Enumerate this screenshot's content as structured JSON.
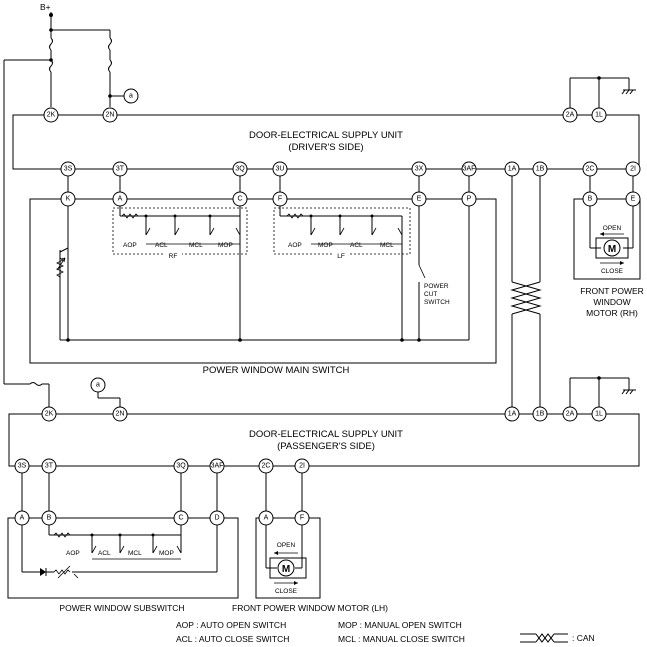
{
  "supply": "B+",
  "connector_a": "a",
  "driver_unit": {
    "title_line1": "DOOR-ELECTRICAL SUPPLY UNIT",
    "title_line2": "(DRIVER'S SIDE)",
    "top_pins": [
      "2K",
      "2N",
      "2A",
      "1L"
    ],
    "bottom_pins": [
      "3S",
      "3T",
      "3Q",
      "3U",
      "3X",
      "3AF",
      "1A",
      "1B",
      "2C",
      "2I"
    ]
  },
  "main_switch": {
    "title": "POWER WINDOW MAIN SWITCH",
    "pins": [
      "K",
      "A",
      "C",
      "F",
      "E",
      "P"
    ],
    "rf_label": "RF",
    "lf_label": "LF",
    "rf_switches": [
      "AOP",
      "ACL",
      "MCL",
      "MOP"
    ],
    "lf_switches": [
      "AOP",
      "MOP",
      "ACL",
      "MCL"
    ],
    "power_cut": [
      "POWER",
      "CUT",
      "SWITCH"
    ]
  },
  "motor_rh": {
    "title": [
      "FRONT POWER",
      "WINDOW",
      "MOTOR (RH)"
    ],
    "pins": [
      "B",
      "E"
    ],
    "open": "OPEN",
    "close": "CLOSE",
    "symbol": "M"
  },
  "passenger_unit": {
    "title_line1": "DOOR-ELECTRICAL SUPPLY UNIT",
    "title_line2": "(PASSENGER'S SIDE)",
    "top_pins": [
      "2K",
      "2N",
      "1A",
      "1B",
      "2A",
      "1L"
    ],
    "bottom_pins": [
      "3S",
      "3T",
      "3Q",
      "3AF",
      "2C",
      "2I"
    ]
  },
  "subswitch": {
    "title": "POWER WINDOW SUBSWITCH",
    "pins": [
      "A",
      "B",
      "C",
      "D"
    ],
    "switches": [
      "AOP",
      "ACL",
      "MCL",
      "MOP"
    ]
  },
  "motor_lh": {
    "title": "FRONT POWER WINDOW MOTOR (LH)",
    "pins": [
      "A",
      "F"
    ],
    "open": "OPEN",
    "close": "CLOSE",
    "symbol": "M"
  },
  "legend": {
    "aop": "AOP : AUTO OPEN SWITCH",
    "acl": "ACL : AUTO CLOSE SWITCH",
    "mop": "MOP : MANUAL OPEN SWITCH",
    "mcl": "MCL : MANUAL CLOSE SWITCH",
    "can": ": CAN"
  }
}
